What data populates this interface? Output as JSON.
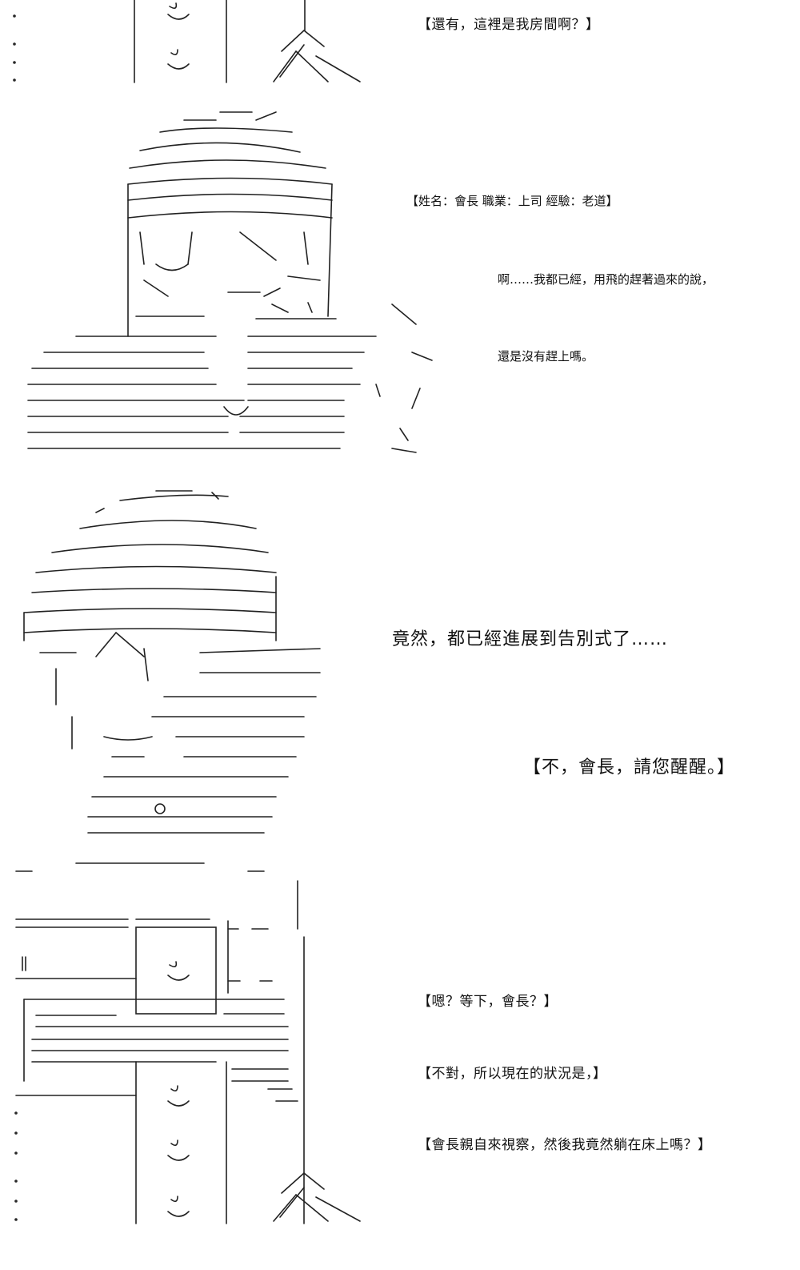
{
  "lines": {
    "room_question": "【還有，這裡是我房間啊？】",
    "status_card": "【姓名：會長  職業：上司  經驗：老道】",
    "president_line_1": "啊……我都已經，用飛的趕著過來的說，",
    "president_line_2": "還是沒有趕上嗎。",
    "funeral_line": "竟然，都已經進展到告別式了……",
    "wake_up_line": "【不，會長，請您醒醒。】",
    "confused_line": "【嗯？等下，會長？】",
    "situation_line": "【不對，所以現在的狀況是，】",
    "inspection_line": "【會長親自來視察，然後我竟然躺在床上嗎？】"
  },
  "ascii": {
    "top_art": "( ^ω^ )",
    "president_art": "( ´ ・ω・ )",
    "girl_art": "( ´ ・ω・ )",
    "bottom_art": "( ^ω^ )"
  }
}
